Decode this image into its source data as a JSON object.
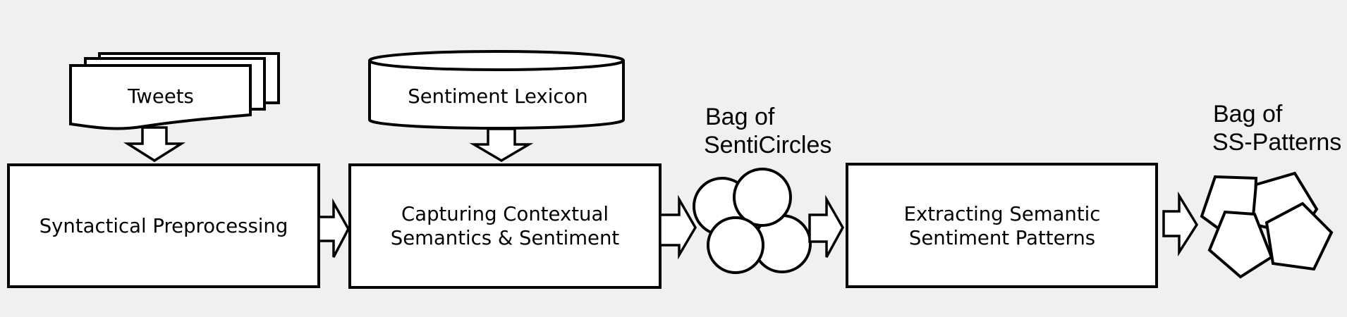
{
  "diagram": {
    "type": "pipeline-flowchart",
    "colors": {
      "background": "#f0f0f0",
      "shape_fill": "#ffffff",
      "stroke": "#000000"
    },
    "inputs": {
      "tweets": {
        "label": "Tweets",
        "shape": "multi-document"
      },
      "lexicon": {
        "label": "Sentiment Lexicon",
        "shape": "cylinder-database"
      }
    },
    "stages": [
      {
        "id": "syntactical-preprocessing",
        "lines": [
          "Syntactical Preprocessing"
        ]
      },
      {
        "id": "capturing-contextual-semantics",
        "lines": [
          "Capturing Contextual",
          "Semantics & Sentiment"
        ]
      },
      {
        "id": "extracting-semantic-patterns",
        "lines": [
          "Extracting Semantic",
          "Sentiment Patterns"
        ]
      }
    ],
    "outputs": {
      "senticircles": {
        "lines": [
          "Bag of",
          "SentiCircles"
        ],
        "icon": "circles-cluster-icon",
        "count": 4
      },
      "ss_patterns": {
        "lines": [
          "Bag of",
          "SS-Patterns"
        ],
        "icon": "pentagons-cluster-icon",
        "count": 4
      }
    },
    "flow": [
      {
        "from": "Tweets",
        "to": "Syntactical Preprocessing"
      },
      {
        "from": "Sentiment Lexicon",
        "to": "Capturing Contextual Semantics & Sentiment"
      },
      {
        "from": "Syntactical Preprocessing",
        "to": "Capturing Contextual Semantics & Sentiment"
      },
      {
        "from": "Capturing Contextual Semantics & Sentiment",
        "to": "Bag of SentiCircles"
      },
      {
        "from": "Bag of SentiCircles",
        "to": "Extracting Semantic Sentiment Patterns"
      },
      {
        "from": "Extracting Semantic Sentiment Patterns",
        "to": "Bag of SS-Patterns"
      }
    ]
  }
}
